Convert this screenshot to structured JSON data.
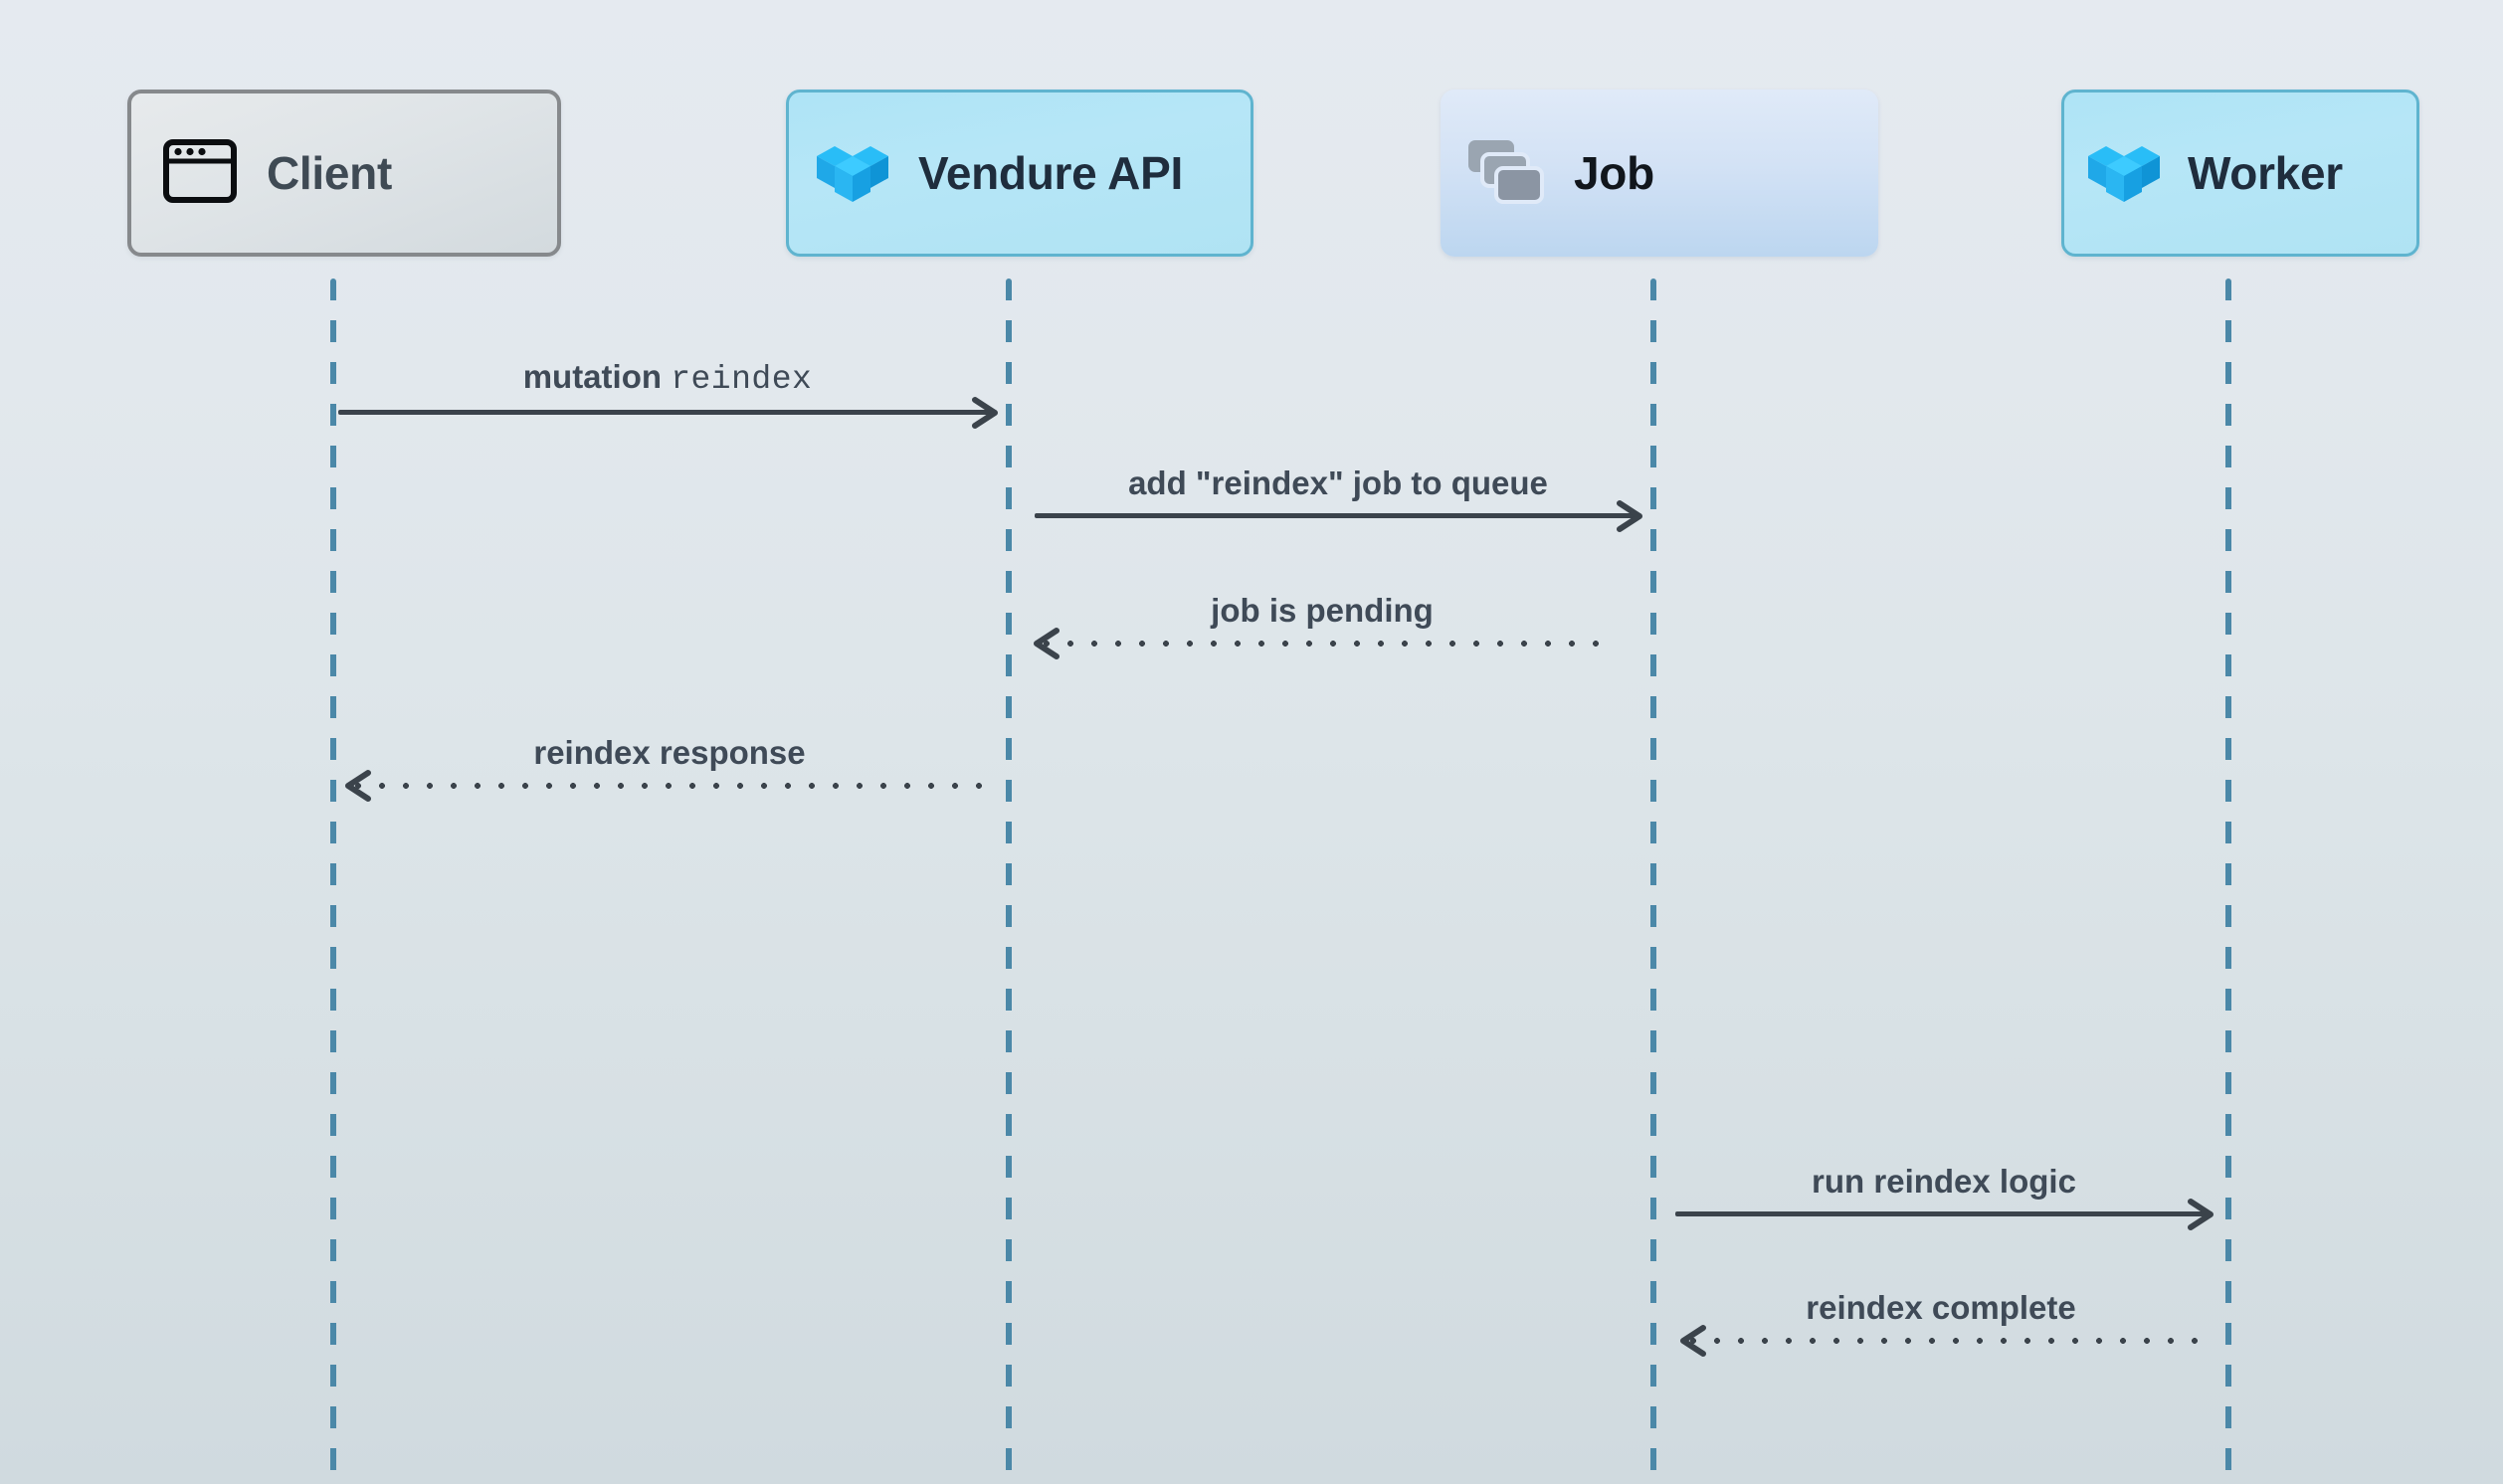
{
  "diagram": {
    "type": "sequence-diagram",
    "background_top_color": "#e5eaf0",
    "background_bottom_color": "#d0dadf",
    "lifeline_color": "#4b88a8",
    "arrow_color": "#3b434b",
    "label_color": "#3f4a57"
  },
  "participants": [
    {
      "id": "client",
      "label": "Client",
      "icon": "browser-window-icon",
      "accent": "#86898c",
      "text_color": "#3f4a54"
    },
    {
      "id": "api",
      "label": "Vendure API",
      "icon": "vendure-cubes-icon",
      "accent": "#5fb4cf",
      "text_color": "#1f2d3d"
    },
    {
      "id": "job",
      "label": "Job",
      "icon": "stacked-cards-icon",
      "accent": "#bcd6f0",
      "text_color": "#11161c"
    },
    {
      "id": "worker",
      "label": "Worker",
      "icon": "vendure-cubes-icon",
      "accent": "#5fb4cf",
      "text_color": "#1f2d3d"
    }
  ],
  "messages": [
    {
      "id": "m1",
      "from": "client",
      "to": "api",
      "label_plain": "mutation",
      "label_code": "reindex",
      "style": "solid",
      "direction": "right"
    },
    {
      "id": "m2",
      "from": "api",
      "to": "job",
      "label_plain": "add \"reindex\" job to queue",
      "style": "solid",
      "direction": "right"
    },
    {
      "id": "m3",
      "from": "job",
      "to": "api",
      "label_plain": "job is pending",
      "style": "dotted",
      "direction": "left"
    },
    {
      "id": "m4",
      "from": "api",
      "to": "client",
      "label_plain": "reindex response",
      "style": "dotted",
      "direction": "left"
    },
    {
      "id": "m5",
      "from": "job",
      "to": "worker",
      "label_plain": "run reindex logic",
      "style": "solid",
      "direction": "right"
    },
    {
      "id": "m6",
      "from": "worker",
      "to": "job",
      "label_plain": "reindex complete",
      "style": "dotted",
      "direction": "left"
    }
  ]
}
